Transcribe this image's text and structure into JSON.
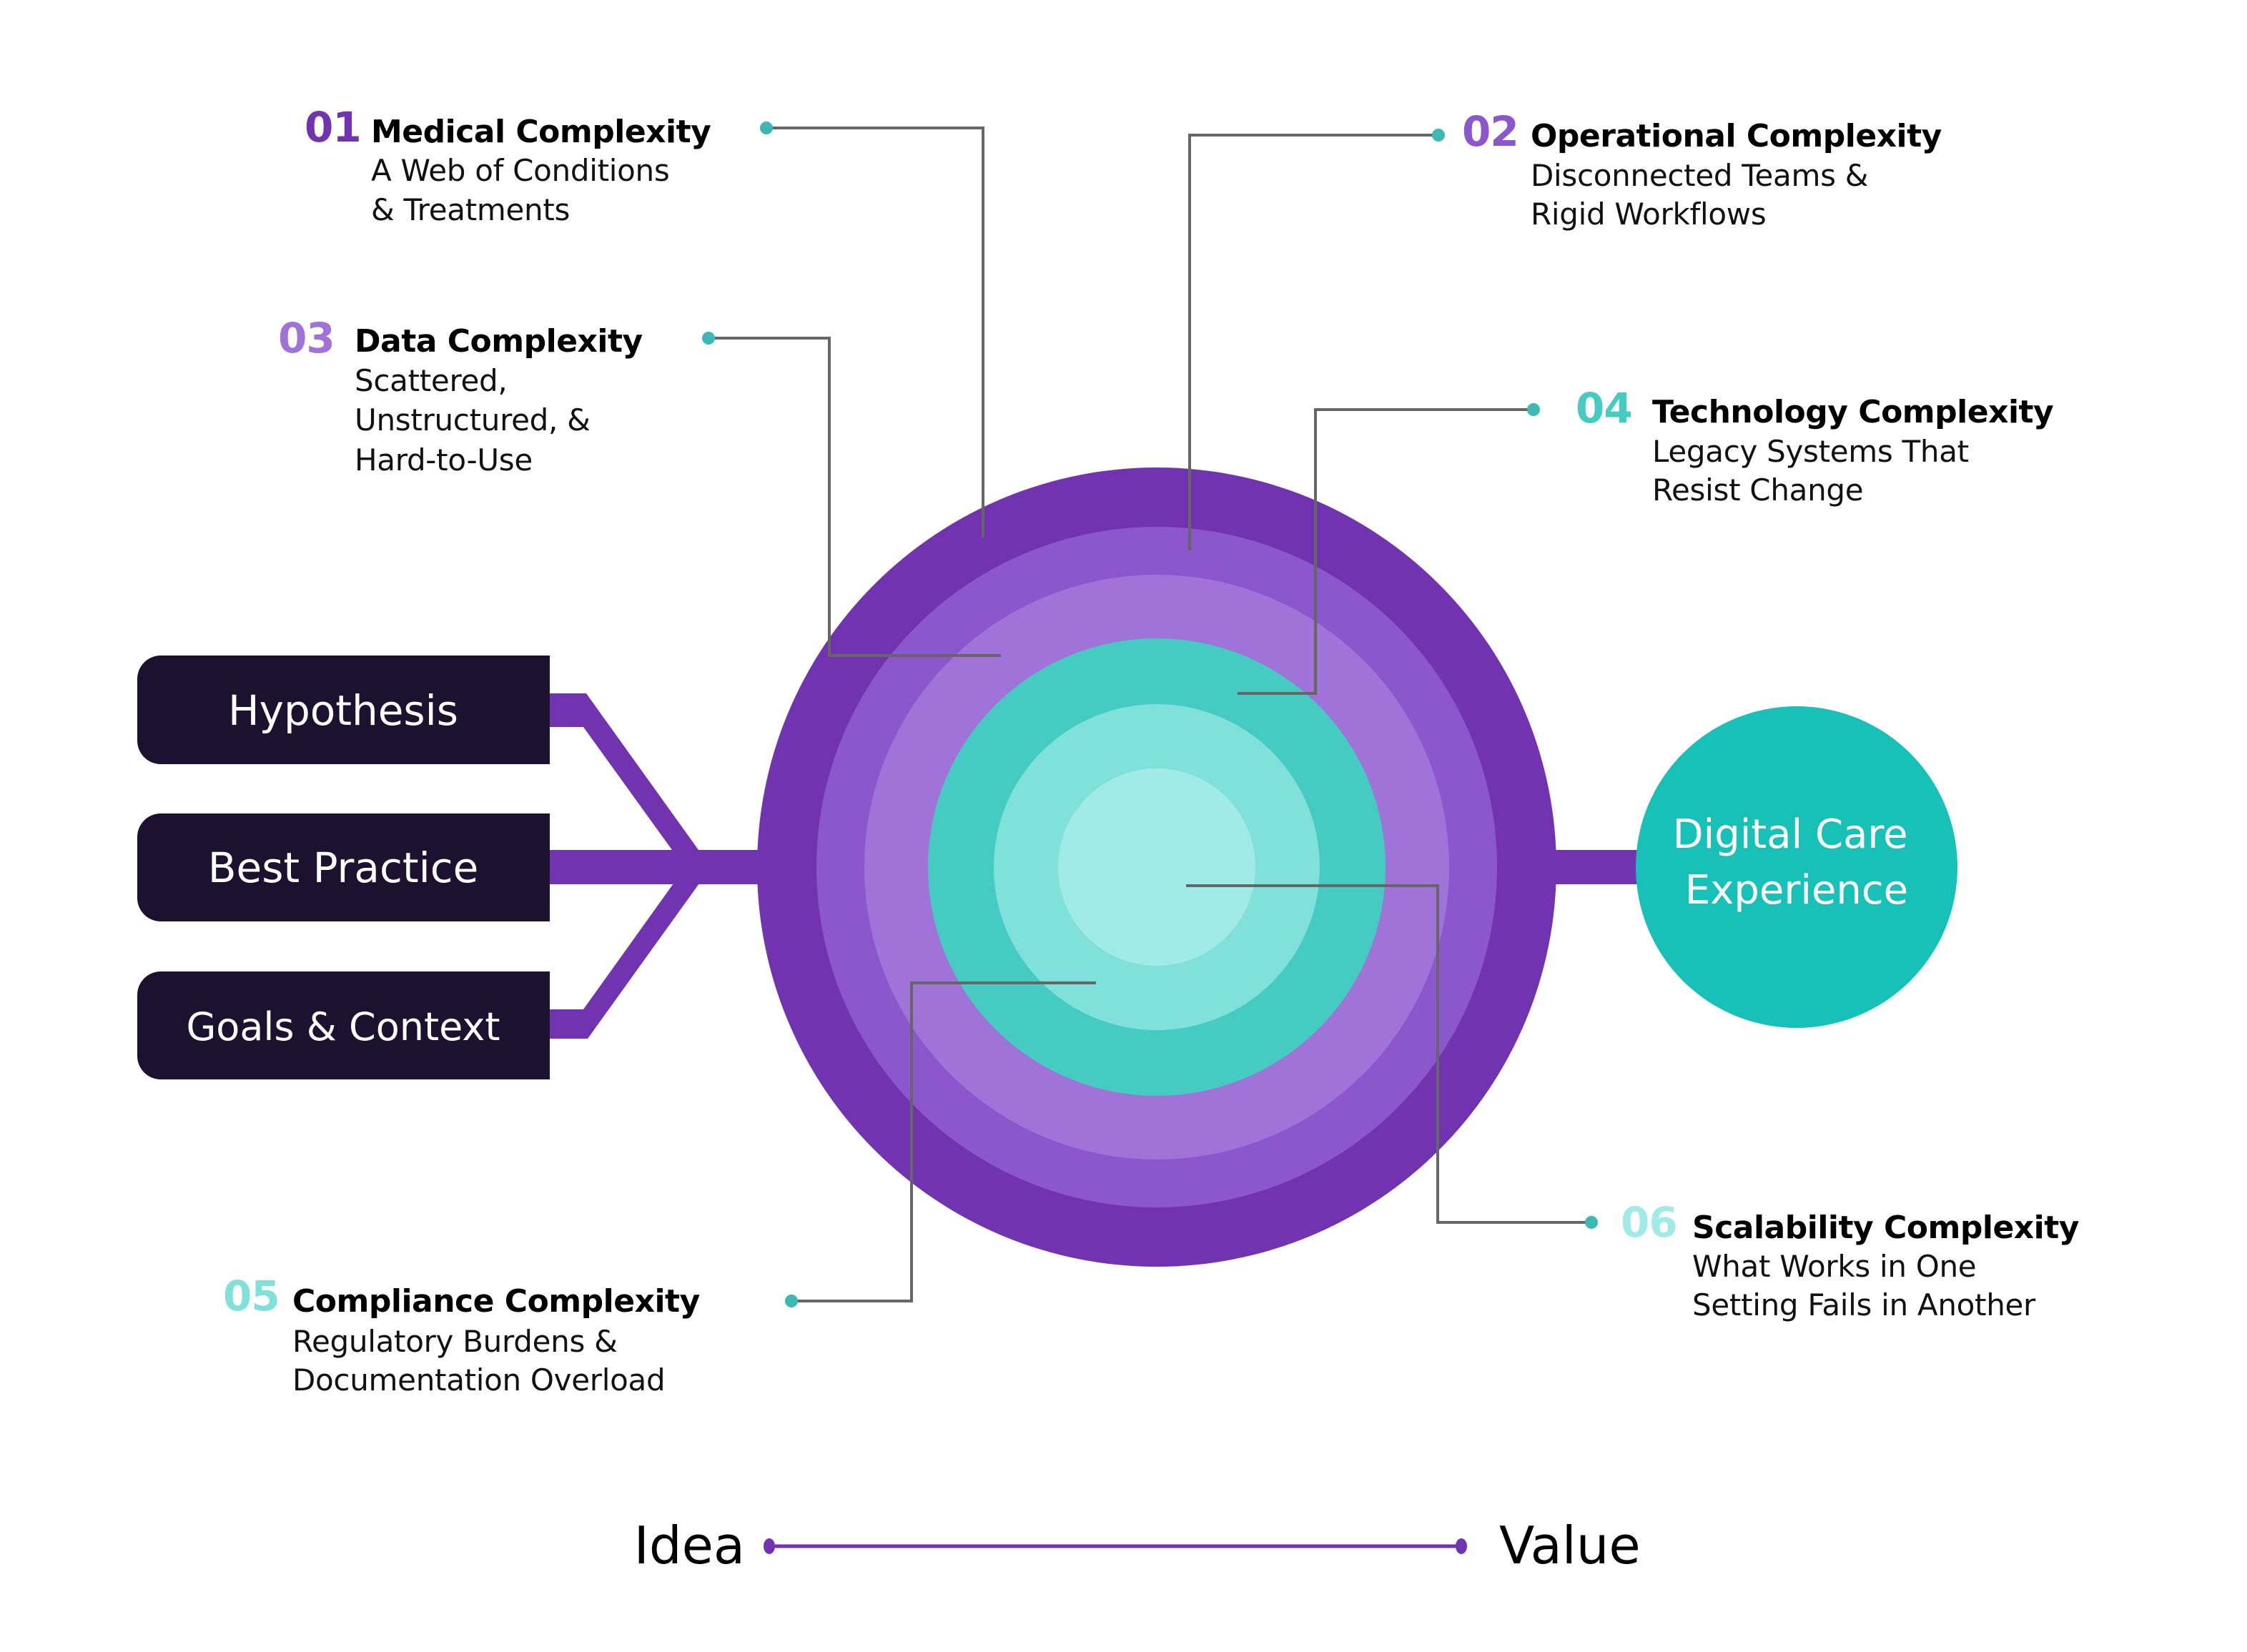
{
  "diagram": {
    "inputs": [
      {
        "label": "Hypothesis"
      },
      {
        "label": "Best Practice"
      },
      {
        "label": "Goals & Context"
      }
    ],
    "outcome": {
      "lines": [
        "Digital Care",
        "Experience"
      ]
    },
    "complexities": [
      {
        "number": "01",
        "title": "Medical Complexity",
        "lines": [
          "A Web of Conditions",
          "& Treatments"
        ]
      },
      {
        "number": "02",
        "title": "Operational Complexity",
        "lines": [
          "Disconnected Teams &",
          "Rigid Workflows"
        ]
      },
      {
        "number": "03",
        "title": "Data Complexity",
        "lines": [
          "Scattered,",
          "Unstructured, &",
          "Hard-to-Use"
        ]
      },
      {
        "number": "04",
        "title": "Technology Complexity",
        "lines": [
          "Legacy Systems That",
          "Resist Change"
        ]
      },
      {
        "number": "05",
        "title": "Compliance Complexity",
        "lines": [
          "Regulatory Burdens &",
          "Documentation Overload"
        ]
      },
      {
        "number": "06",
        "title": "Scalability Complexity",
        "lines": [
          "What Works in One",
          "Setting Fails in Another"
        ]
      }
    ],
    "axis": {
      "start_label": "Idea",
      "end_label": "Value"
    }
  },
  "colors": {
    "ring_1": "#7233B0",
    "ring_2": "#8C56CC",
    "ring_3": "#A073D8",
    "ring_4": "#45CBC1",
    "ring_5": "#80E1DB",
    "ring_6": "#A0EBE8",
    "outcome": "#17C1B8",
    "input_box": "#1C1230",
    "connector_dot": "#3DB8B2",
    "axis": "#7233B0"
  }
}
